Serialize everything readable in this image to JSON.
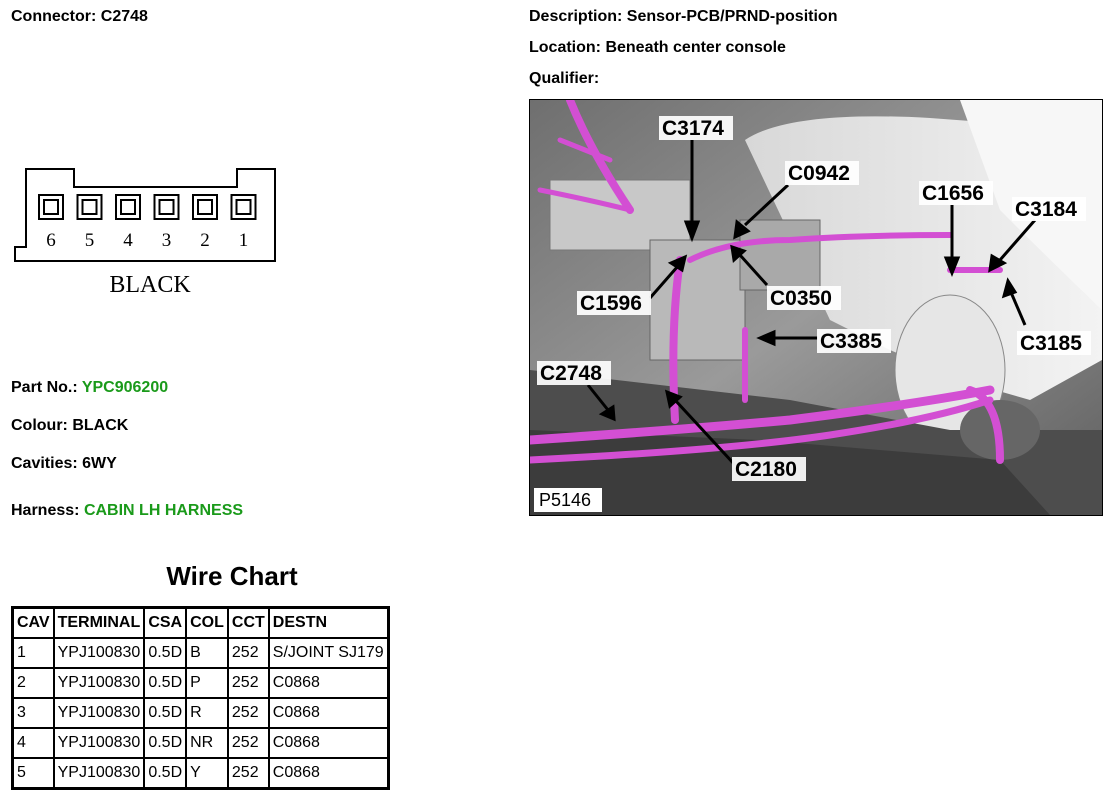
{
  "connector": {
    "label": "Connector:",
    "value": "C2748"
  },
  "description": {
    "label": "Description:",
    "value": "Sensor-PCB/PRND-position"
  },
  "location": {
    "label": "Location:",
    "value": "Beneath center console"
  },
  "qualifier": {
    "label": "Qualifier:",
    "value": ""
  },
  "part_no": {
    "label": "Part No.:",
    "value": "YPC906200"
  },
  "colour": {
    "label": "Colour:",
    "value": "BLACK"
  },
  "cavities": {
    "label": "Cavities:",
    "value": "6WY"
  },
  "harness": {
    "label": "Harness:",
    "value": "CABIN LH HARNESS"
  },
  "drawing": {
    "pins": [
      "6",
      "5",
      "4",
      "3",
      "2",
      "1"
    ],
    "colour_caption": "BLACK"
  },
  "wire_chart": {
    "title": "Wire Chart",
    "headers": [
      "CAV",
      "TERMINAL",
      "CSA",
      "COL",
      "CCT",
      "DESTN"
    ],
    "rows": [
      [
        "1",
        "YPJ100830",
        "0.5D",
        "B",
        "252",
        "S/JOINT SJ179"
      ],
      [
        "2",
        "YPJ100830",
        "0.5D",
        "P",
        "252",
        "C0868"
      ],
      [
        "3",
        "YPJ100830",
        "0.5D",
        "R",
        "252",
        "C0868"
      ],
      [
        "4",
        "YPJ100830",
        "0.5D",
        "NR",
        "252",
        "C0868"
      ],
      [
        "5",
        "YPJ100830",
        "0.5D",
        "Y",
        "252",
        "C0868"
      ]
    ]
  },
  "locator": {
    "image_ref": "P5146",
    "callouts": [
      "C3174",
      "C0942",
      "C1656",
      "C3184",
      "C1596",
      "C0350",
      "C3385",
      "C3185",
      "C2748",
      "C2180"
    ],
    "harness_color": "#d34fd3"
  }
}
